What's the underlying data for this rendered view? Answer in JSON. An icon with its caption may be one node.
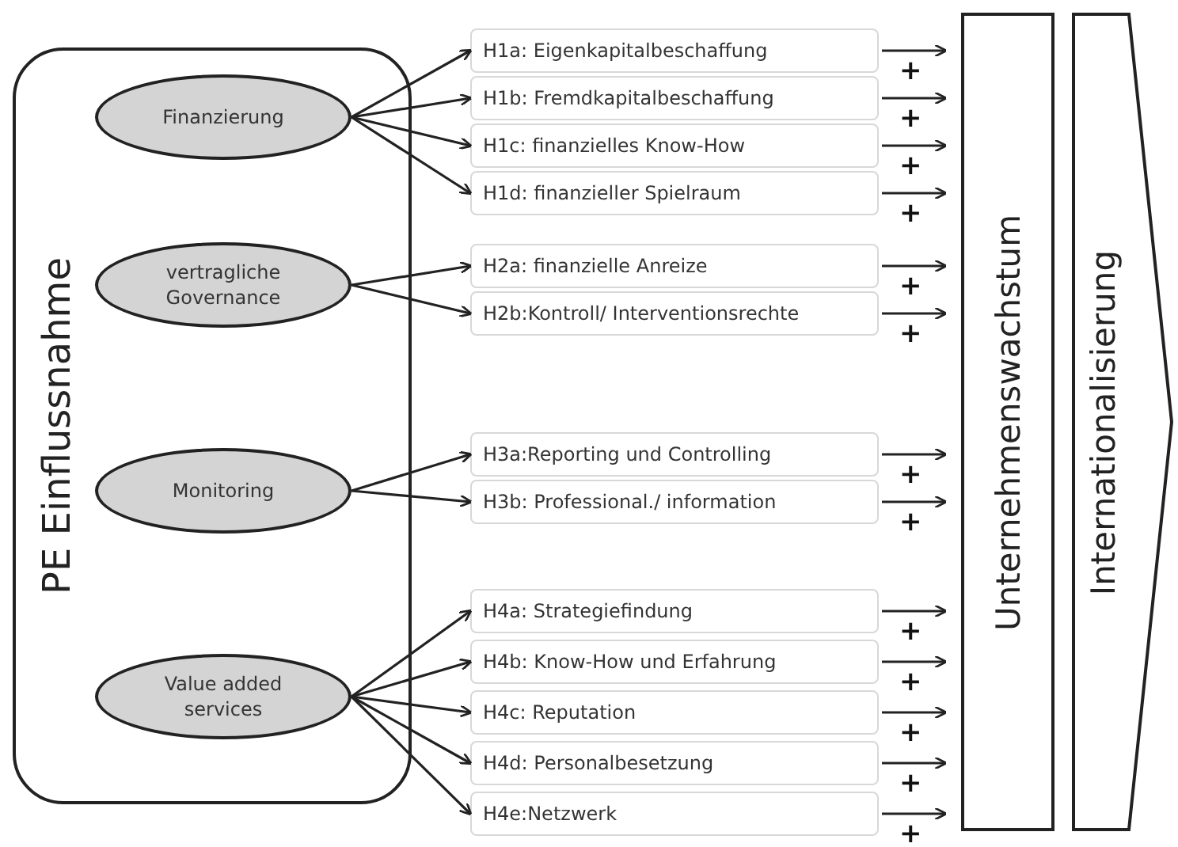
{
  "diagram": {
    "nodes": [
      {
        "text": [
          "PE Einflussnahme"
        ]
      },
      {
        "text": [
          "Finanzierung"
        ],
        "in": 0
      },
      {
        "text": [
          "vertragliche Governance"
        ],
        "in": 0
      },
      {
        "text": [
          "Monitoring"
        ],
        "in": 0
      },
      {
        "text": [
          "Value added services"
        ],
        "in": 0
      },
      {
        "text": [
          "H1a: Eigenkapitalbeschaffung"
        ]
      },
      {
        "text": [
          "H1b: Fremdkapitalbeschaffung"
        ]
      },
      {
        "text": [
          "H1c: finanzielles Know-How"
        ]
      },
      {
        "text": [
          "H1d: finanzieller Spielraum"
        ]
      },
      {
        "text": [
          "H2a: finanzielle Anreize"
        ]
      },
      {
        "text": [
          "H2b:Kontroll/ Interventionsrechte"
        ]
      },
      {
        "text": [
          "H3a:Reporting und Controlling"
        ]
      },
      {
        "text": [
          "H3b: Professional./ information"
        ]
      },
      {
        "text": [
          "H4a: Strategiefindung"
        ]
      },
      {
        "text": [
          "H4b: Know-How und Erfahrung"
        ]
      },
      {
        "text": [
          "H4c: Reputation"
        ]
      },
      {
        "text": [
          "H4d: Personalbesetzung"
        ]
      },
      {
        "text": [
          "H4e:Netzwerk"
        ]
      },
      {
        "text": [
          "Unternehmenswachstum"
        ]
      },
      {
        "text": [
          "Internationalisierung"
        ]
      }
    ],
    "edges": [
      {
        "from": 1,
        "to": 5,
        "arrow": "to"
      },
      {
        "from": 1,
        "to": 6,
        "arrow": "to"
      },
      {
        "from": 1,
        "to": 7,
        "arrow": "to"
      },
      {
        "from": 1,
        "to": 8,
        "arrow": "to"
      },
      {
        "from": 2,
        "to": 9,
        "arrow": "to"
      },
      {
        "from": 2,
        "to": 10,
        "arrow": "to"
      },
      {
        "from": 3,
        "to": 11,
        "arrow": "to"
      },
      {
        "from": 3,
        "to": 12,
        "arrow": "to"
      },
      {
        "from": 4,
        "to": 13,
        "arrow": "to"
      },
      {
        "from": 4,
        "to": 14,
        "arrow": "to"
      },
      {
        "from": 4,
        "to": 15,
        "arrow": "to"
      },
      {
        "from": 4,
        "to": 16,
        "arrow": "to"
      },
      {
        "from": 4,
        "to": 17,
        "arrow": "to"
      },
      {
        "from": 5,
        "to": 18,
        "arrow": "to",
        "label": "+"
      },
      {
        "from": 6,
        "to": 18,
        "arrow": "to",
        "label": "+"
      },
      {
        "from": 7,
        "to": 18,
        "arrow": "to",
        "label": "+"
      },
      {
        "from": 8,
        "to": 18,
        "arrow": "to",
        "label": "+"
      },
      {
        "from": 9,
        "to": 18,
        "arrow": "to",
        "label": "+"
      },
      {
        "from": 10,
        "to": 18,
        "arrow": "to",
        "label": "+"
      },
      {
        "from": 11,
        "to": 18,
        "arrow": "to",
        "label": "+"
      },
      {
        "from": 12,
        "to": 18,
        "arrow": "to",
        "label": "+"
      },
      {
        "from": 13,
        "to": 18,
        "arrow": "to",
        "label": "+"
      },
      {
        "from": 14,
        "to": 18,
        "arrow": "to",
        "label": "+"
      },
      {
        "from": 15,
        "to": 18,
        "arrow": "to",
        "label": "+"
      },
      {
        "from": 16,
        "to": 18,
        "arrow": "to",
        "label": "+"
      },
      {
        "from": 17,
        "to": 18,
        "arrow": "to",
        "label": "+"
      }
    ]
  }
}
